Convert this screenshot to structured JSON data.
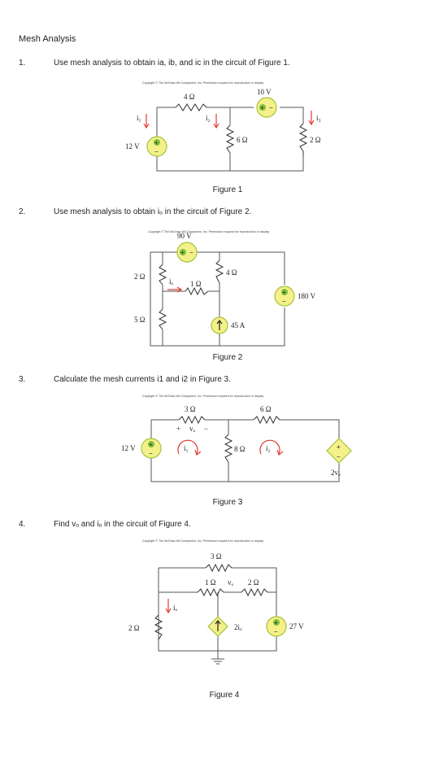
{
  "heading": "Mesh Analysis",
  "copyright": "Copyright © The McGraw-Hill Companies, Inc. Permission required for reproduction or display",
  "questions": [
    {
      "num": "1.",
      "text": "Use mesh analysis to obtain ia, ib, and ic in the circuit of Figure 1.",
      "caption": "Figure 1"
    },
    {
      "num": "2.",
      "text": "Use mesh analysis to obtain iₒ in the circuit of Figure 2.",
      "caption": "Figure 2"
    },
    {
      "num": "3.",
      "text": "Calculate the mesh currents i1 and i2 in Figure 3.",
      "caption": "Figure 3"
    },
    {
      "num": "4.",
      "text": "Find vₒ and iₒ in the circuit of Figure 4.",
      "caption": "Figure 4"
    }
  ],
  "fig1": {
    "r_top": "4 Ω",
    "v_top": "10 V",
    "v_left": "12 V",
    "r_mid": "6 Ω",
    "r_right": "2 Ω",
    "i1": "i₁",
    "i2": "i₂",
    "i3": "i₃"
  },
  "fig2": {
    "v_top": "90 V",
    "r_left_top": "2 Ω",
    "r_left_bot": "5 Ω",
    "r_mid_h": "1 Ω",
    "r_mid_v": "4 Ω",
    "i_src": "45 A",
    "v_right": "180 V",
    "io": "iₒ"
  },
  "fig3": {
    "r_top_left": "3 Ω",
    "r_top_right": "6 Ω",
    "v_left": "12 V",
    "r_mid": "8 Ω",
    "dep": "2vₒ",
    "vo": "vₒ",
    "plus": "+",
    "minus": "−",
    "i1": "i₁",
    "i2": "i₂"
  },
  "fig4": {
    "r_top": "3 Ω",
    "r_mid_left": "1 Ω",
    "r_mid_right": "2 Ω",
    "vo": "vₒ",
    "r_left": "2 Ω",
    "io": "iₒ",
    "dep": "2iₒ",
    "v_right": "27 V"
  },
  "colors": {
    "source_fill": "#f4f08a",
    "source_plus": "#7ec13a",
    "arrow_red": "#e03a2e"
  }
}
